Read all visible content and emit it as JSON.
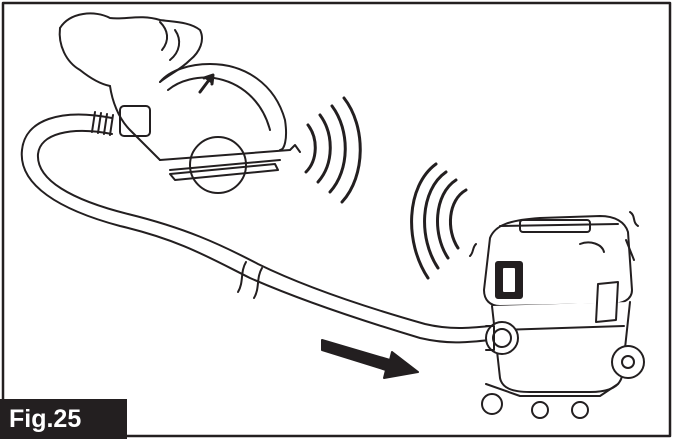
{
  "figure": {
    "label": "Fig.25",
    "colors": {
      "ink": "#231f20",
      "paper": "#ffffff"
    },
    "illustration": {
      "tool": "circular-saw",
      "appliance": "vacuum-cleaner",
      "connector": "dust-hose",
      "signals": [
        "wireless-waves-from-tool",
        "wireless-waves-from-vacuum"
      ],
      "indicators": [
        "arrow-press-trigger",
        "arrow-flow-to-vacuum"
      ]
    }
  }
}
